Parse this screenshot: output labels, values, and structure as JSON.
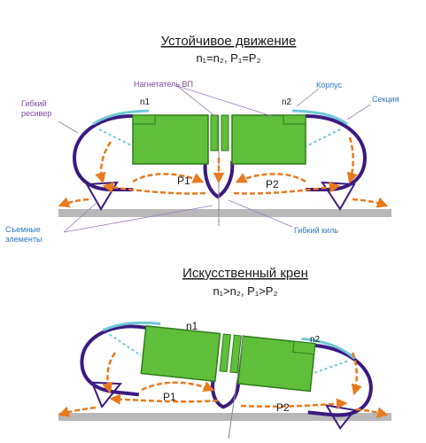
{
  "top": {
    "title": "Устойчивое движение",
    "condition": "n₁=n₂, P₁=P₂",
    "labels": {
      "blower": "Нагнетатель ВП",
      "housing": "Корпус",
      "section": "Секция",
      "flex_receiver_1": "Гибкий",
      "flex_receiver_2": "ресивер",
      "removable_1": "Съемные",
      "removable_2": "элементы",
      "flex_keel": "Гибкий киль"
    },
    "n1": "n1",
    "n2": "n2",
    "p1": "P1",
    "p2": "P2"
  },
  "bottom": {
    "title": "Искусственный крен",
    "condition": "n₁>n₂, P₁>P₂",
    "n1": "n1",
    "n2": "n2",
    "p1": "P1",
    "p2": "P2"
  },
  "colors": {
    "green": "#5fbf3a",
    "green_dark": "#2f7a1a",
    "purple": "#3b1a80",
    "cyan": "#6fc8d8",
    "orange": "#e87a1e",
    "ground": "#b8b8b8",
    "label_blue": "#2f77c2",
    "label_purple": "#7a4a9a"
  }
}
